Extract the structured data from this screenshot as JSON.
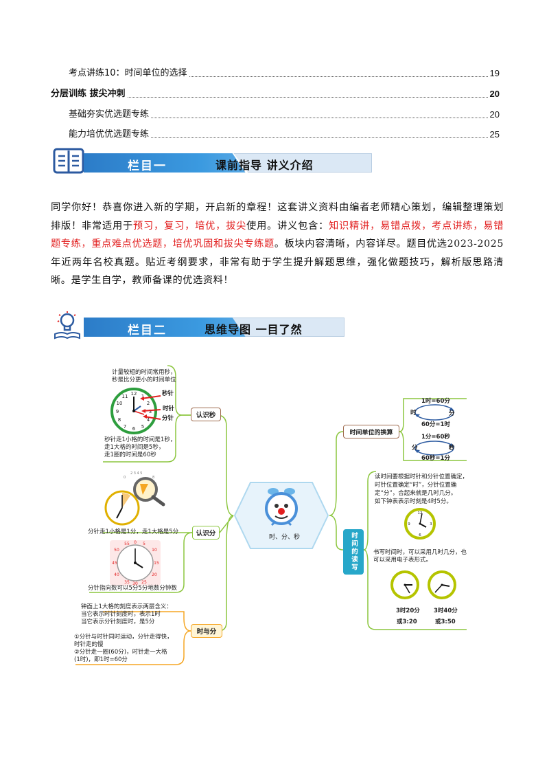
{
  "toc": [
    {
      "title": "考点讲练10：时间单位的选择",
      "page": "19",
      "bold": false
    },
    {
      "title": "分层训练  拔尖冲刺",
      "page": "20",
      "bold": true
    },
    {
      "title": "基础夯实优选题专练",
      "page": "20",
      "bold": false
    },
    {
      "title": "能力培优优选题专练",
      "page": "25",
      "bold": false
    }
  ],
  "section1": {
    "tag": "栏目一",
    "subtitle": "课前指导  讲义介绍",
    "icon": "book-icon"
  },
  "intro": {
    "p1": "同学你好！恭喜你进入新的学期，开启新的章程！这套讲义资料由编者老师精心策划，编辑整理策划排版！非常适用于",
    "uses": "预习，复习，培优，拔尖",
    "p2": "使用。讲义包含：",
    "contents": "知识精讲，易错点拨，考点讲练，易错题专练，重点难点优选题，培优巩固和拔尖专练题",
    "p3": "。板块内容清晰，内容详尽。题目优选2023-2025年近两年名校真题。贴近考纲要求，非常有助于学生提升解题思维，强化做题技巧，解析版思路清晰。是学生自学，教师备课的优选资料！"
  },
  "section2": {
    "tag": "栏目二",
    "subtitle": "思维导图  一目了然",
    "icon": "lightbulb-icon"
  },
  "mindmap": {
    "center": "时、分、秒",
    "left": {
      "seconds": {
        "label": "认识秒",
        "top_note_1": "计量较短的时间常用秒，",
        "top_note_2": "秒是比分更小的时间单位",
        "hand_second": "秒针",
        "hand_hour": "时针",
        "hand_minute": "分针",
        "bottom_1": "秒针走1小格的时间是1秒，",
        "bottom_2": "走1大格的时间是5秒，",
        "bottom_3": "走1圈的时间是60秒"
      },
      "minutes": {
        "label": "认识分",
        "note_1": "分针走1小格是1分，走1大格是5分",
        "note_2": "分针指向数可以5分5分地数分钟数",
        "face_numbers": [
          "55",
          "0",
          "5",
          "50",
          "10",
          "45",
          "15",
          "40",
          "20",
          "35",
          "25",
          "30"
        ]
      },
      "hour_minute": {
        "label": "时与分",
        "note_1": "钟面上1大格的刻度表示两层含义：",
        "note_2": "当它表示时针刻度时，表示1时",
        "note_3": "当它表示分针刻度时，是5分",
        "note_4": "①分针与时针同时运动，分针走得快，",
        "note_5": "时针走的慢",
        "note_6": "②分针走一圈(60分)，时针走一大格",
        "note_7": "(1时)，即1时=60分"
      }
    },
    "right": {
      "conversion": {
        "label": "时间单位的换算",
        "top_eq": "1时=60分",
        "hour": "时",
        "minute": "分",
        "bottom_eq": "60分=1时",
        "top_eq2": "1分=60秒",
        "minute2": "分",
        "second2": "秒",
        "bottom_eq2": "60秒=1分"
      },
      "reading": {
        "label": "时间的读写",
        "note_1": "读时间要根据时针和分针位置确定，",
        "note_2": "时针位置确定“时”，分针位置确",
        "note_3": "定“分”，合起来就是几时几分。",
        "note_4": "如下钟表表示时刻是4时5分。",
        "write_1": "书写时间时，可以采用几时几分，也",
        "write_2": "可以采用电子表形式。",
        "clock1_time": "3时20分",
        "clock1_digital": "或3:20",
        "clock2_time": "3时40分",
        "clock2_digital": "或3:50"
      }
    }
  },
  "colors": {
    "red": "#e21f1f",
    "blue": "#2c7cc8",
    "green": "#8cc63f",
    "orange": "#f5a623",
    "teal": "#27a7c9"
  }
}
